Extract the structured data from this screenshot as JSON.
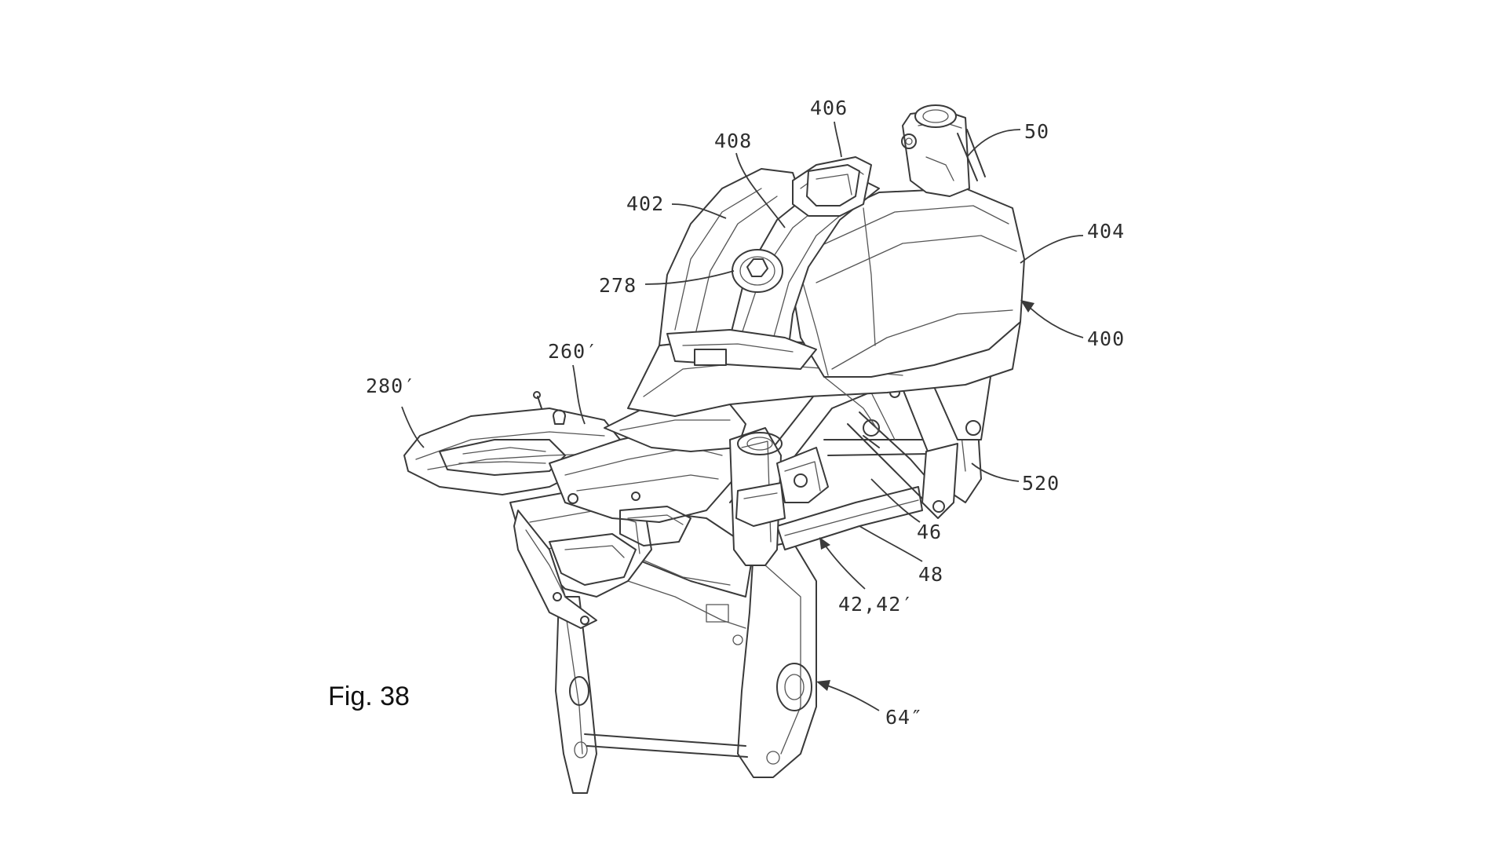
{
  "figure": {
    "label": "Fig. 38",
    "references": {
      "r406": "406",
      "r50": "50",
      "r408": "408",
      "r402": "402",
      "r404": "404",
      "r278": "278",
      "r400": "400",
      "r260": "260′",
      "r280": "280′",
      "r520": "520",
      "r46": "46",
      "r48": "48",
      "r42": "42,42′",
      "r64": "64″"
    }
  },
  "colors": {
    "background": "#ffffff",
    "line": "#3a3a3a",
    "text": "#2e2e2e"
  }
}
